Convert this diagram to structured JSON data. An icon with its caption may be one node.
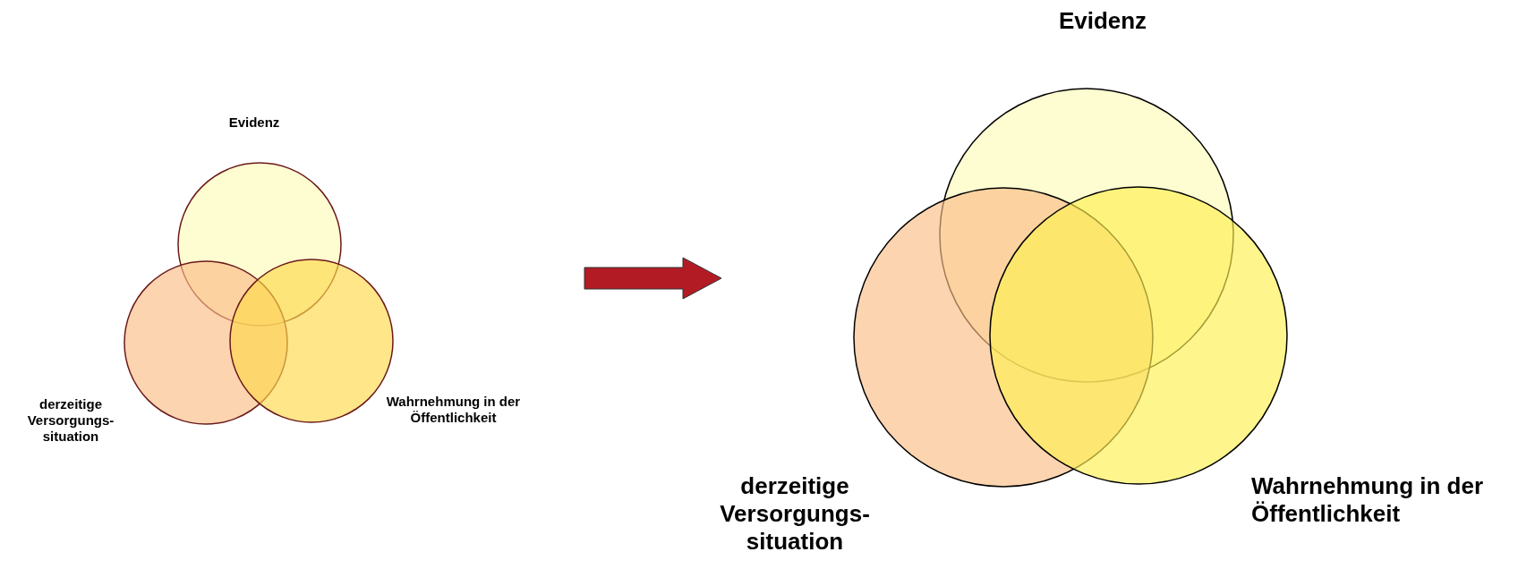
{
  "diagram": {
    "nodes": [
      {
        "text": [
          "Evidenz"
        ]
      },
      {
        "text": [
          "derzeitige Versorgungs- situation"
        ]
      },
      {
        "text": [
          "Wahrnehmung in der Öffentlichkeit"
        ]
      },
      {
        "text": [
          "Evidenz"
        ]
      },
      {
        "text": [
          "derzeitige Versorgungs- situation"
        ]
      },
      {
        "text": [
          "Wahrnehmung in der Öffentlichkeit"
        ]
      }
    ],
    "edges": []
  }
}
